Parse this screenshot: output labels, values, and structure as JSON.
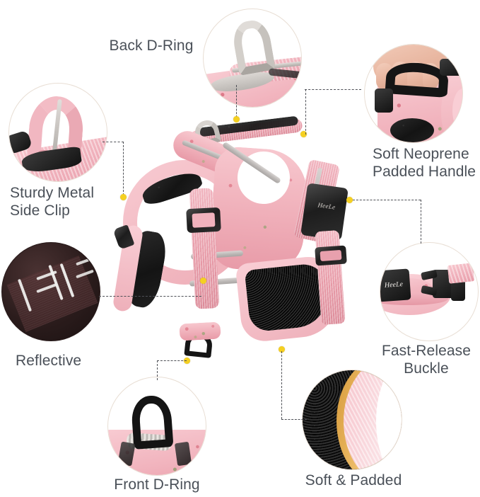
{
  "page": {
    "kind": "product-feature-infographic",
    "product_brand": "HeeLe",
    "product_type": "Dog Harness",
    "background_color": "#ffffff",
    "label_color": "#4a5058",
    "anchor_dot_color": "#f5d021",
    "connector_color": "#4e5056",
    "circle_border_color": "#e8ded4"
  },
  "features": [
    {
      "id": "back-d-ring",
      "label": "Back D-Ring",
      "label_align": "center",
      "callout_kind": "photo-circle",
      "callout_theme": "light",
      "detail": "metal d-ring on pink floral webbing"
    },
    {
      "id": "soft-neoprene-padded-handle",
      "label": "Soft Neoprene\nPadded Handle",
      "label_align": "left",
      "callout_kind": "photo-circle",
      "callout_theme": "light",
      "detail": "hand gripping black neoprene padded handle"
    },
    {
      "id": "sturdy-metal-side-clip",
      "label": "Sturdy Metal\nSide Clip",
      "label_align": "left",
      "callout_kind": "photo-circle",
      "callout_theme": "light",
      "detail": "pink reflective strap loop with black metal clip"
    },
    {
      "id": "reflective",
      "label": "Reflective",
      "label_align": "left",
      "callout_kind": "photo-circle",
      "callout_theme": "dark",
      "detail": "white reflective stripes glowing on dark fabric"
    },
    {
      "id": "fast-release-buckle",
      "label": "Fast-Release\nBuckle",
      "label_align": "center",
      "callout_kind": "photo-circle",
      "callout_theme": "light",
      "detail": "two-part black side-release buckle branded HeeLe"
    },
    {
      "id": "front-d-ring",
      "label": "Front D-Ring",
      "label_align": "center",
      "callout_kind": "photo-circle",
      "callout_theme": "light",
      "detail": "black d-ring on pink floral chest panel"
    },
    {
      "id": "soft-padded",
      "label": "Soft & Padded",
      "label_align": "center",
      "callout_kind": "photo-circle",
      "callout_theme": "light",
      "detail": "black breathable mesh next to pink padded trim"
    }
  ],
  "buckle_brand_text": "HeeLe",
  "center_image": {
    "name": "pink floral dog harness",
    "colors": {
      "pink_fabric": "#f0b2bd",
      "pink_trim": "#f6c6cd",
      "reflective_silver": "#c5c1bd",
      "mesh_black": "#1b1b1b",
      "hardware_black": "#1d1d1d",
      "metal_silver": "#cfcbc6"
    }
  }
}
